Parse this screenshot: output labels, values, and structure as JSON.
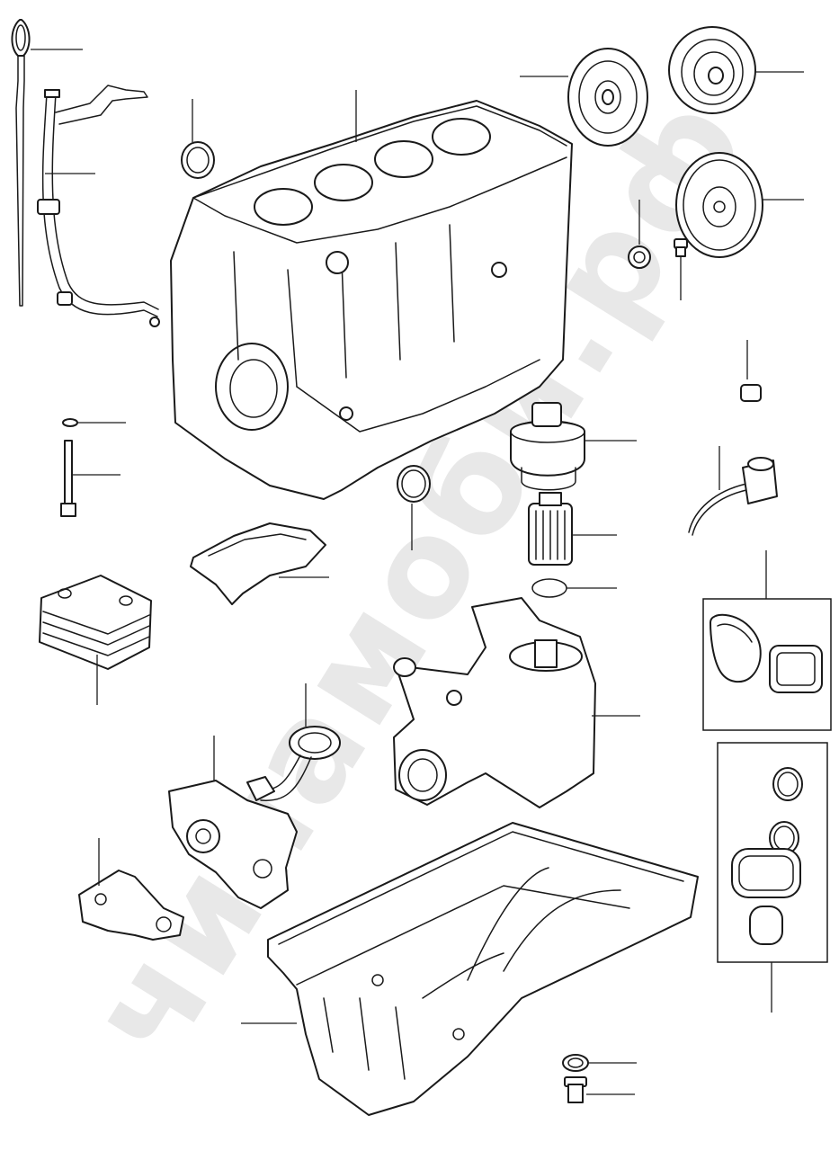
{
  "watermark": {
    "text": "чипамоби.рф",
    "color": "#969696"
  },
  "line_color": "#1a1a1a",
  "background": "#ffffff",
  "parts": [
    "oil-dipstick",
    "dipstick-guide-tube",
    "crankshaft-seal",
    "cylinder-block",
    "clutch-disc",
    "pressure-plate",
    "flywheel",
    "pilot-bearing",
    "flywheel-bolt",
    "dowel-pin",
    "oil-filter-cap",
    "oil-filter-element",
    "filter-o-ring",
    "piston-cooling-jet",
    "block-bolt-clip",
    "block-bolt",
    "core-plug",
    "baffle-plate",
    "oil-cooler",
    "oil-filter-housing",
    "cooler-gaskets",
    "housing-seals",
    "oil-pump-pickup",
    "oil-pump",
    "engine-mount-bracket",
    "oil-pan",
    "drain-washer",
    "drain-plug"
  ]
}
